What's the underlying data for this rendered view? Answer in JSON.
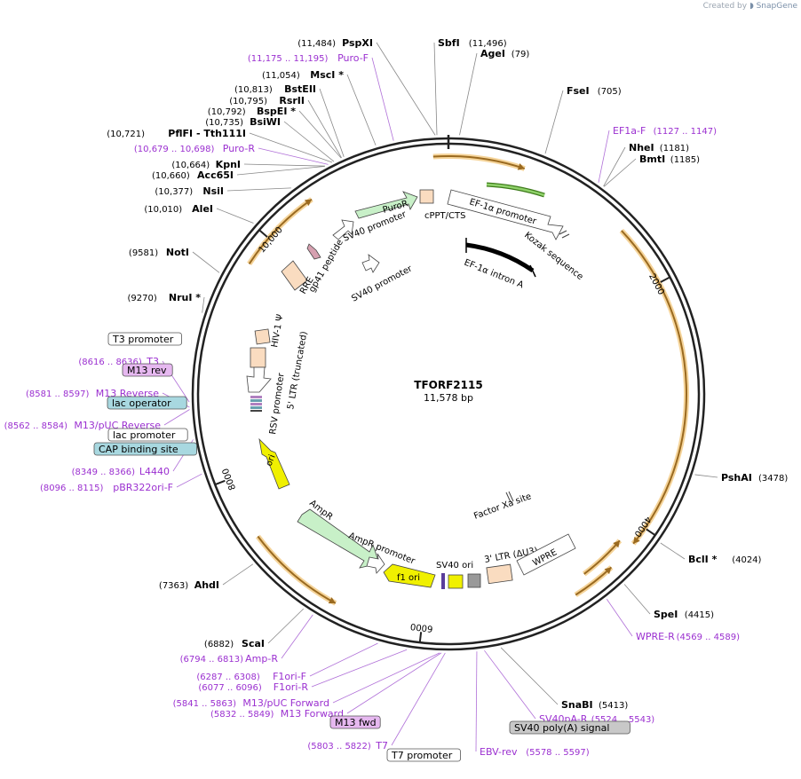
{
  "header": {
    "created_by": "Created by",
    "brand": "SnapGene"
  },
  "plasmid": {
    "name": "TFORF2115",
    "size_label": "11,578 bp",
    "length": 11578
  },
  "ticks": [
    {
      "pos": 2000,
      "label": "2000"
    },
    {
      "pos": 4000,
      "label": "4000"
    },
    {
      "pos": 6000,
      "label": "6000"
    },
    {
      "pos": 8000,
      "label": "8000"
    },
    {
      "pos": 10000,
      "label": "10,000"
    }
  ],
  "sites": [
    {
      "name": "PspXI",
      "coord": "(11,484)",
      "pos": 11484,
      "side": "left"
    },
    {
      "name": "SbfI",
      "coord": "(11,496)",
      "pos": 11496,
      "side": "right"
    },
    {
      "name": "AgeI",
      "coord": "(79)",
      "pos": 79,
      "side": "right"
    },
    {
      "name": "FseI",
      "coord": "(705)",
      "pos": 705,
      "side": "right"
    },
    {
      "name": "NheI",
      "coord": "(1181)",
      "pos": 1181,
      "side": "right"
    },
    {
      "name": "BmtI",
      "coord": "(1185)",
      "pos": 1185,
      "side": "right"
    },
    {
      "name": "PshAI",
      "coord": "(3478)",
      "pos": 3478,
      "side": "right"
    },
    {
      "name": "BclI *",
      "coord": "(4024)",
      "pos": 4024,
      "side": "right"
    },
    {
      "name": "SpeI",
      "coord": "(4415)",
      "pos": 4415,
      "side": "right"
    },
    {
      "name": "SnaBI",
      "coord": "(5413)",
      "pos": 5413,
      "side": "right"
    },
    {
      "name": "ScaI",
      "coord": "(6882)",
      "pos": 6882,
      "side": "left"
    },
    {
      "name": "AhdI",
      "coord": "(7363)",
      "pos": 7363,
      "side": "left"
    },
    {
      "name": "NruI *",
      "coord": "(9270)",
      "pos": 9270,
      "side": "left"
    },
    {
      "name": "NotI",
      "coord": "(9581)",
      "pos": 9581,
      "side": "left"
    },
    {
      "name": "AleI",
      "coord": "(10,010)",
      "pos": 10010,
      "side": "left"
    },
    {
      "name": "NsiI",
      "coord": "(10,377)",
      "pos": 10377,
      "side": "left"
    },
    {
      "name": "Acc65I",
      "coord": "(10,660)",
      "pos": 10660,
      "side": "left"
    },
    {
      "name": "KpnI",
      "coord": "(10,664)",
      "pos": 10664,
      "side": "left"
    },
    {
      "name": "PflFI - Tth111I",
      "coord": "(10,721)",
      "pos": 10721,
      "side": "left"
    },
    {
      "name": "BsiWI",
      "coord": "(10,735)",
      "pos": 10735,
      "side": "left"
    },
    {
      "name": "BspEI *",
      "coord": "(10,792)",
      "pos": 10792,
      "side": "left"
    },
    {
      "name": "RsrII",
      "coord": "(10,795)",
      "pos": 10795,
      "side": "left"
    },
    {
      "name": "BstEII",
      "coord": "(10,813)",
      "pos": 10813,
      "side": "left"
    },
    {
      "name": "MscI *",
      "coord": "(11,054)",
      "pos": 11054,
      "side": "left"
    }
  ],
  "primers": [
    {
      "name": "Puro-F",
      "coord": "(11,175 .. 11,195)",
      "pos": 11185,
      "side": "left"
    },
    {
      "name": "Puro-R",
      "coord": "(10,679 .. 10,698)",
      "pos": 10689,
      "side": "left"
    },
    {
      "name": "EF1a-F",
      "coord": "(1127 .. 1147)",
      "pos": 1137,
      "side": "right"
    },
    {
      "name": "WPRE-R",
      "coord": "(4569 .. 4589)",
      "pos": 4579,
      "side": "right"
    },
    {
      "name": "SV40pA-R",
      "coord": "(5524 .. 5543)",
      "pos": 5533,
      "side": "right"
    },
    {
      "name": "EBV-rev",
      "coord": "(5578 .. 5597)",
      "pos": 5587,
      "side": "right"
    },
    {
      "name": "T7",
      "coord": "(5803 .. 5822)",
      "pos": 5812,
      "side": "left"
    },
    {
      "name": "M13 Forward",
      "coord": "(5832 .. 5849)",
      "pos": 5840,
      "side": "left"
    },
    {
      "name": "M13/pUC Forward",
      "coord": "(5841 .. 5863)",
      "pos": 5852,
      "side": "left"
    },
    {
      "name": "F1ori-R",
      "coord": "(6077 .. 6096)",
      "pos": 6086,
      "side": "left"
    },
    {
      "name": "F1ori-F",
      "coord": "(6287 .. 6308)",
      "pos": 6297,
      "side": "left"
    },
    {
      "name": "Amp-R",
      "coord": "(6794 .. 6813)",
      "pos": 6803,
      "side": "left"
    },
    {
      "name": "pBR322ori-F",
      "coord": "(8096 .. 8115)",
      "pos": 8105,
      "side": "left"
    },
    {
      "name": "L4440",
      "coord": "(8349 .. 8366)",
      "pos": 8357,
      "side": "left"
    },
    {
      "name": "M13/pUC Reverse",
      "coord": "(8562 .. 8584)",
      "pos": 8573,
      "side": "left"
    },
    {
      "name": "M13 Reverse",
      "coord": "(8581 .. 8597)",
      "pos": 8589,
      "side": "left"
    },
    {
      "name": "T3",
      "coord": "(8616 .. 8636)",
      "pos": 8626,
      "side": "left"
    }
  ],
  "boxed_labels": [
    {
      "name": "T3 promoter",
      "fill": "#ffffff",
      "side": "left"
    },
    {
      "name": "M13 rev",
      "fill": "#e6b8f0",
      "side": "left"
    },
    {
      "name": "lac operator",
      "fill": "#a8d8e0",
      "side": "left"
    },
    {
      "name": "lac promoter",
      "fill": "#ffffff",
      "side": "left"
    },
    {
      "name": "CAP binding site",
      "fill": "#a8d8e0",
      "side": "left"
    },
    {
      "name": "M13 fwd",
      "fill": "#e6b8f0",
      "side": "left"
    },
    {
      "name": "T7 promoter",
      "fill": "#ffffff",
      "side": "left"
    },
    {
      "name": "SV40 poly(A) signal",
      "fill": "#c8c8c8",
      "side": "right"
    }
  ],
  "orfs": [
    {
      "start": 11460,
      "end": 600,
      "dir": 1
    },
    {
      "start": 1500,
      "end": 4150,
      "dir": 1
    },
    {
      "start": 4400,
      "end": 4750,
      "dir": -1
    },
    {
      "start": 4200,
      "end": 4600,
      "dir": -1
    },
    {
      "start": 6700,
      "end": 7500,
      "dir": -1
    },
    {
      "start": 9750,
      "end": 10450,
      "dir": 1
    }
  ],
  "features": [
    {
      "name": "PuroR"
    },
    {
      "name": "cPPT/CTS"
    },
    {
      "name": "EF-1α promoter"
    },
    {
      "name": "Kozak sequence"
    },
    {
      "name": "EF-1α intron A"
    },
    {
      "name": "SV40 promoter"
    },
    {
      "name": "SV40 promoter"
    },
    {
      "name": "gp41 peptide"
    },
    {
      "name": "RRE"
    },
    {
      "name": "HIV-1 Ψ"
    },
    {
      "name": "5' LTR (truncated)"
    },
    {
      "name": "RSV promoter"
    },
    {
      "name": "ori"
    },
    {
      "name": "AmpR"
    },
    {
      "name": "AmpR promoter"
    },
    {
      "name": "f1 ori"
    },
    {
      "name": "SV40 ori"
    },
    {
      "name": "3' LTR (ΔU3)"
    },
    {
      "name": "WPRE"
    },
    {
      "name": "Factor Xa site"
    }
  ],
  "colors": {
    "backbone": "#222222",
    "enzyme": "#000000",
    "primer": "#9b30d0",
    "orf": "#f0a030",
    "promoter_green": "#c8f0c8",
    "ori_yellow": "#f0f000",
    "ltr_peach": "#fadcc0",
    "ef1a_arrow": "#6ab04c"
  }
}
